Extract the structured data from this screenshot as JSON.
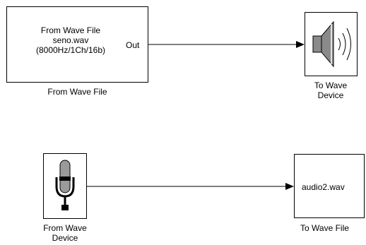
{
  "blocks": {
    "from_wave_file": {
      "line1": "From Wave File",
      "line2": "seno.wav",
      "line3": "(8000Hz/1Ch/16b)",
      "port_label": "Out",
      "caption": "From Wave File"
    },
    "to_wave_device": {
      "caption_line1": "To Wave",
      "caption_line2": "Device",
      "icon": "speaker-icon"
    },
    "from_wave_device": {
      "caption_line1": "From Wave",
      "caption_line2": "Device",
      "icon": "microphone-icon"
    },
    "to_wave_file": {
      "content": "audio2.wav",
      "caption": "To Wave File"
    }
  },
  "colors": {
    "line": "#000000",
    "speaker_gray": "#8a8a8a",
    "mic_gray": "#9a9a9a"
  }
}
